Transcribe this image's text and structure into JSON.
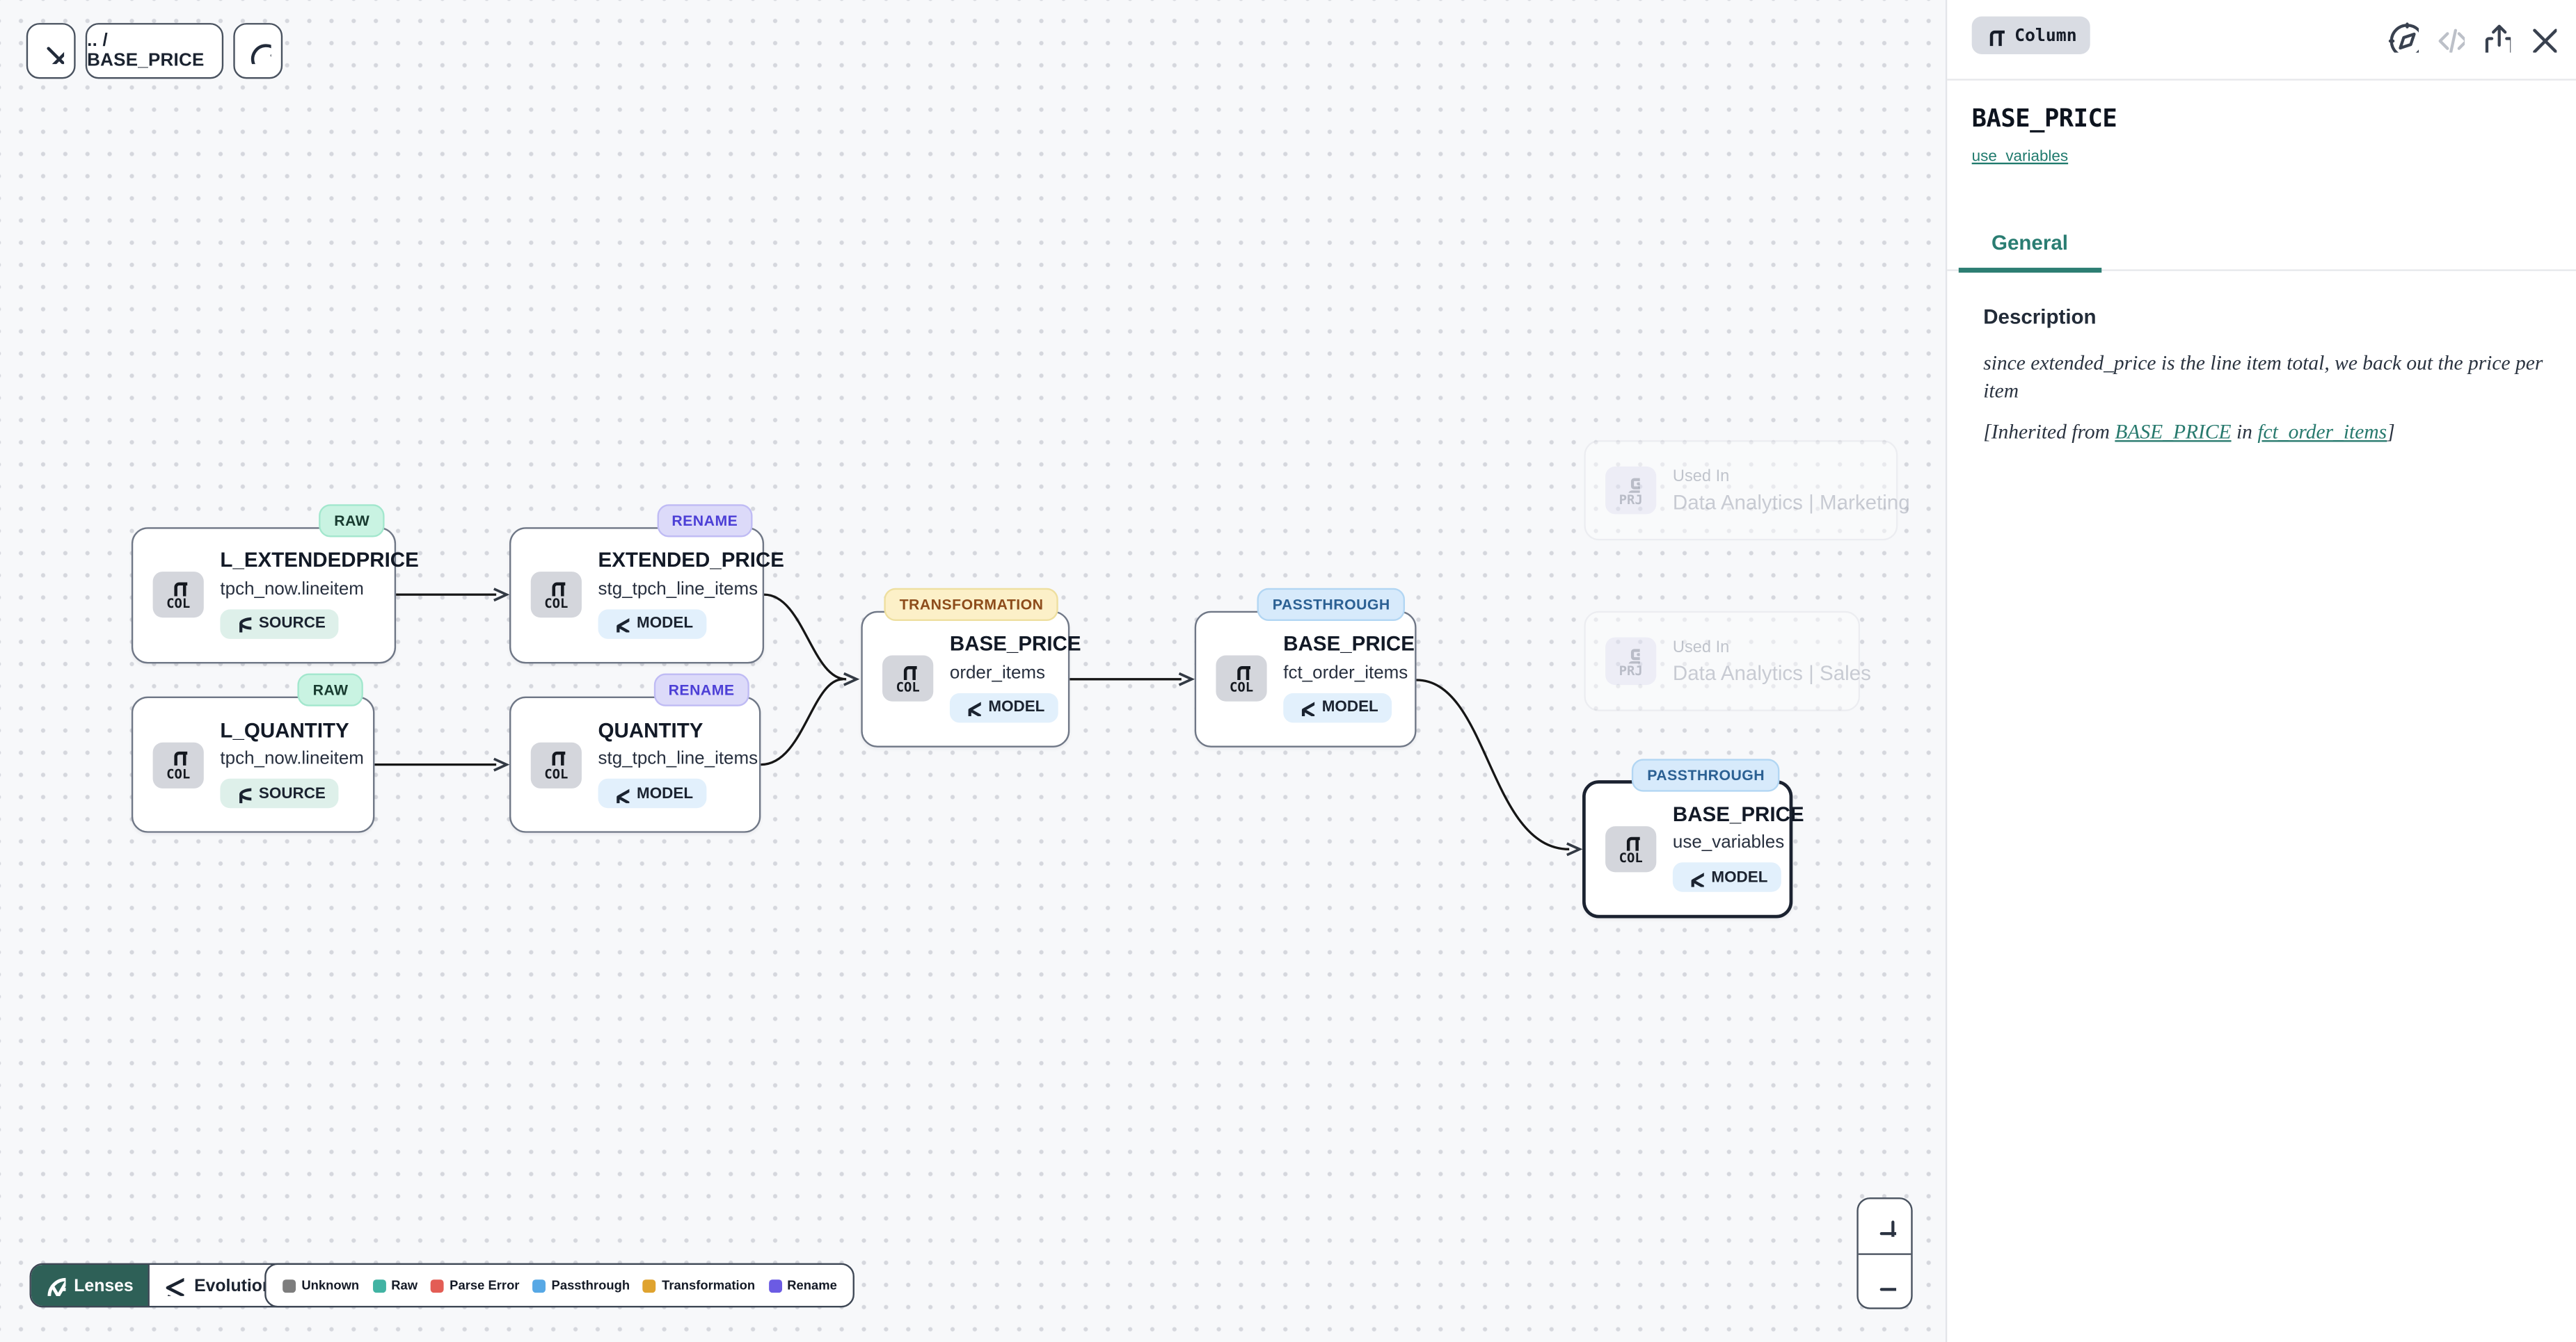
{
  "toolbar": {
    "breadcrumb": ".. / BASE_PRICE"
  },
  "canvas": {
    "nodes": [
      {
        "badge": "RAW",
        "kind": "COL",
        "title": "L_EXTENDEDPRICE",
        "subtitle": "tpch_now.lineitem",
        "type": "SOURCE"
      },
      {
        "badge": "RENAME",
        "kind": "COL",
        "title": "EXTENDED_PRICE",
        "subtitle": "stg_tpch_line_items",
        "type": "MODEL"
      },
      {
        "badge": "RAW",
        "kind": "COL",
        "title": "L_QUANTITY",
        "subtitle": "tpch_now.lineitem",
        "type": "SOURCE"
      },
      {
        "badge": "RENAME",
        "kind": "COL",
        "title": "QUANTITY",
        "subtitle": "stg_tpch_line_items",
        "type": "MODEL"
      },
      {
        "badge": "TRANSFORMATION",
        "kind": "COL",
        "title": "BASE_PRICE",
        "subtitle": "order_items",
        "type": "MODEL"
      },
      {
        "badge": "PASSTHROUGH",
        "kind": "COL",
        "title": "BASE_PRICE",
        "subtitle": "fct_order_items",
        "type": "MODEL"
      },
      {
        "badge": "PASSTHROUGH",
        "kind": "COL",
        "title": "BASE_PRICE",
        "subtitle": "use_variables",
        "type": "MODEL"
      }
    ],
    "used_in": [
      {
        "kind": "PRJ",
        "label": "Used In",
        "project": "Data Analytics | Marketing"
      },
      {
        "kind": "PRJ",
        "label": "Used In",
        "project": "Data Analytics | Sales"
      }
    ]
  },
  "legend_bar": {
    "lenses_label": "Lenses",
    "mode_label": "Evolution",
    "items": [
      {
        "label": "Unknown",
        "color": "#7d7d7d"
      },
      {
        "label": "Raw",
        "color": "#41b3a3"
      },
      {
        "label": "Parse Error",
        "color": "#e35d55"
      },
      {
        "label": "Passthrough",
        "color": "#57a8e5"
      },
      {
        "label": "Transformation",
        "color": "#dfa32f"
      },
      {
        "label": "Rename",
        "color": "#6b5be3"
      }
    ]
  },
  "zoom_controls": {
    "zoom_in": "+",
    "zoom_out": "−"
  },
  "panel": {
    "type_badge": "Column",
    "title": "BASE_PRICE",
    "model_link": "use_variables",
    "tabs": [
      {
        "label": "General"
      }
    ],
    "section_heading": "Description",
    "description": "since extended_price is the line item total, we back out the price per item",
    "inherited": {
      "prefix": "[Inherited from ",
      "link_column": "BASE_PRICE",
      "middle": " in ",
      "link_model": "fct_order_items",
      "suffix": "]"
    }
  },
  "colors": {
    "accent_teal": "#2d7e73",
    "lenses_bg": "#2e6057",
    "edge": "#161616",
    "canvas_bg": "#f7f8fa"
  }
}
